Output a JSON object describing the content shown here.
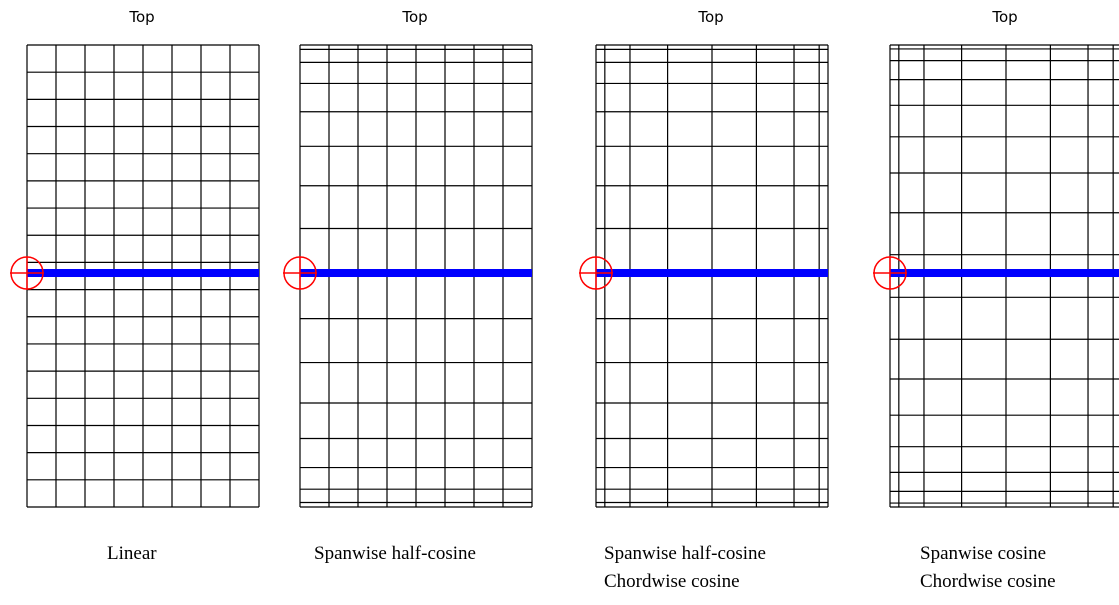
{
  "panels": [
    {
      "title": "Top",
      "caption": [
        "Linear"
      ],
      "chordwise": "linear",
      "spanwise": "linear",
      "columns": 8,
      "rows": 17
    },
    {
      "title": "Top",
      "caption": [
        "Spanwise half-cosine"
      ],
      "chordwise": "linear",
      "spanwise": "half-cosine",
      "columns": 8,
      "rows": 17
    },
    {
      "title": "Top",
      "caption": [
        "Spanwise half-cosine",
        "Chordwise cosine"
      ],
      "chordwise": "cosine",
      "spanwise": "half-cosine",
      "columns": 8,
      "rows": 17
    },
    {
      "title": "Top",
      "caption": [
        "Spanwise cosine",
        "Chordwise cosine"
      ],
      "chordwise": "cosine",
      "spanwise": "cosine",
      "columns": 8,
      "rows": 17
    }
  ],
  "colors": {
    "grid": "#000000",
    "axis": "#0000ff",
    "marker": "#ff0000"
  }
}
